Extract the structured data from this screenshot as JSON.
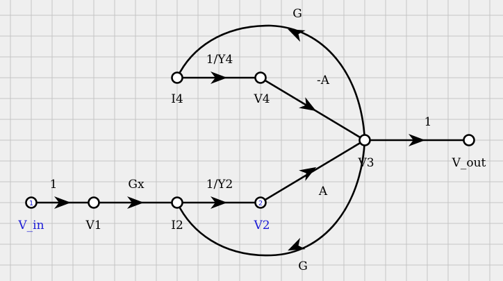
{
  "colors": {
    "background": "#efefef",
    "grid": "#c4c4c4",
    "ink": "#000000",
    "highlight": "#1a1ad6"
  },
  "nodes": [
    {
      "id": "vin",
      "label": "V_in",
      "marker": "1",
      "highlight": true
    },
    {
      "id": "v1",
      "label": "V1",
      "marker": "",
      "highlight": false
    },
    {
      "id": "i2",
      "label": "I2",
      "marker": "",
      "highlight": false
    },
    {
      "id": "v2",
      "label": "V2",
      "marker": "2",
      "highlight": true
    },
    {
      "id": "i4",
      "label": "I4",
      "marker": "",
      "highlight": false
    },
    {
      "id": "v4",
      "label": "V4",
      "marker": "",
      "highlight": false
    },
    {
      "id": "v3",
      "label": "V3",
      "marker": "",
      "highlight": false
    },
    {
      "id": "vout",
      "label": "V_out",
      "marker": "",
      "highlight": false
    }
  ],
  "branches": [
    {
      "id": "vin-v1",
      "from": "vin",
      "to": "v1",
      "gain": "1"
    },
    {
      "id": "v1-i2",
      "from": "v1",
      "to": "i2",
      "gain": "Gx"
    },
    {
      "id": "i2-v2",
      "from": "i2",
      "to": "v2",
      "gain": "1/Y2"
    },
    {
      "id": "v2-v3",
      "from": "v2",
      "to": "v3",
      "gain": "A"
    },
    {
      "id": "i4-v4",
      "from": "i4",
      "to": "v4",
      "gain": "1/Y4"
    },
    {
      "id": "v4-v3",
      "from": "v4",
      "to": "v3",
      "gain": "-A"
    },
    {
      "id": "v3-vout",
      "from": "v3",
      "to": "vout",
      "gain": "1"
    },
    {
      "id": "v3-i4",
      "from": "v3",
      "to": "i4",
      "gain": "G"
    },
    {
      "id": "v3-i2",
      "from": "v3",
      "to": "i2",
      "gain": "G"
    }
  ]
}
